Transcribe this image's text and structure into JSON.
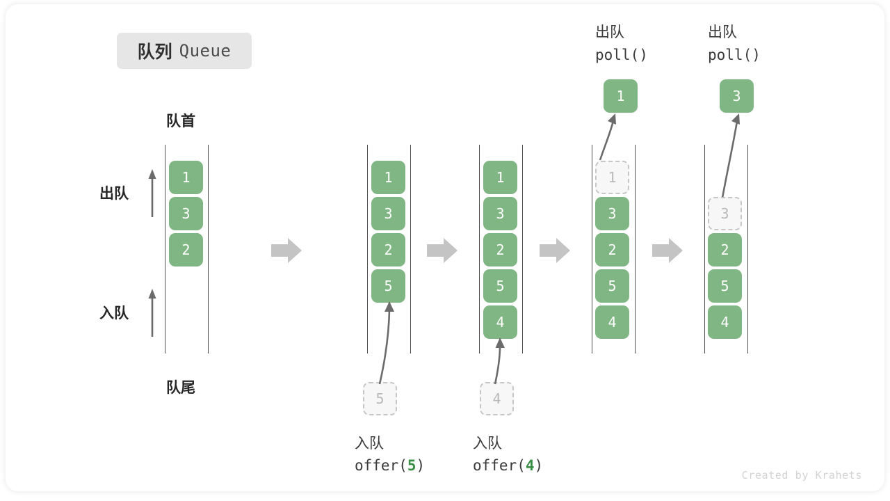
{
  "title": {
    "cn": "队列",
    "en": "Queue"
  },
  "labels": {
    "head": "队首",
    "tail": "队尾",
    "dequeue": "出队",
    "enqueue": "入队"
  },
  "watermark": "Created by Krahets",
  "colors": {
    "cell_fill": "#80b683",
    "cell_text": "#ffffff",
    "ghost_fill": "#f7f7f7",
    "ghost_border": "#c6c6c6",
    "ghost_text": "#b9b9b9",
    "rail": "#4f4f4f",
    "step_arrow": "#c4c4c4",
    "badge_bg": "#e6e6e6",
    "accent_green": "#3a8f46",
    "watermark": "#d2d2d2"
  },
  "steps": [
    {
      "id": "initial",
      "cells": [
        {
          "value": "1",
          "state": "filled",
          "slot": 0
        },
        {
          "value": "3",
          "state": "filled",
          "slot": 1
        },
        {
          "value": "2",
          "state": "filled",
          "slot": 2
        }
      ],
      "side_labels": {
        "head": "队首",
        "tail": "队尾",
        "dequeue": "出队",
        "enqueue": "入队"
      }
    },
    {
      "id": "offer-5",
      "cells": [
        {
          "value": "1",
          "state": "filled",
          "slot": 0
        },
        {
          "value": "3",
          "state": "filled",
          "slot": 1
        },
        {
          "value": "2",
          "state": "filled",
          "slot": 2
        },
        {
          "value": "5",
          "state": "filled",
          "slot": 3
        }
      ],
      "incoming": {
        "value": "5",
        "state": "ghost"
      },
      "caption_cn": "入队",
      "caption_code_pre": "offer(",
      "caption_code_arg": "5",
      "caption_code_post": ")"
    },
    {
      "id": "offer-4",
      "cells": [
        {
          "value": "1",
          "state": "filled",
          "slot": 0
        },
        {
          "value": "3",
          "state": "filled",
          "slot": 1
        },
        {
          "value": "2",
          "state": "filled",
          "slot": 2
        },
        {
          "value": "5",
          "state": "filled",
          "slot": 3
        },
        {
          "value": "4",
          "state": "filled",
          "slot": 4
        }
      ],
      "incoming": {
        "value": "4",
        "state": "ghost"
      },
      "caption_cn": "入队",
      "caption_code_pre": "offer(",
      "caption_code_arg": "4",
      "caption_code_post": ")"
    },
    {
      "id": "poll-1",
      "cells": [
        {
          "value": "1",
          "state": "ghost",
          "slot": 0
        },
        {
          "value": "3",
          "state": "filled",
          "slot": 1
        },
        {
          "value": "2",
          "state": "filled",
          "slot": 2
        },
        {
          "value": "5",
          "state": "filled",
          "slot": 3
        },
        {
          "value": "4",
          "state": "filled",
          "slot": 4
        }
      ],
      "outgoing": {
        "value": "1",
        "state": "filled"
      },
      "header_cn": "出队",
      "header_code": "poll()"
    },
    {
      "id": "poll-3",
      "cells": [
        {
          "value": "3",
          "state": "ghost",
          "slot": 1
        },
        {
          "value": "2",
          "state": "filled",
          "slot": 2
        },
        {
          "value": "5",
          "state": "filled",
          "slot": 3
        },
        {
          "value": "4",
          "state": "filled",
          "slot": 4
        }
      ],
      "outgoing": {
        "value": "3",
        "state": "filled"
      },
      "header_cn": "出队",
      "header_code": "poll()"
    }
  ]
}
